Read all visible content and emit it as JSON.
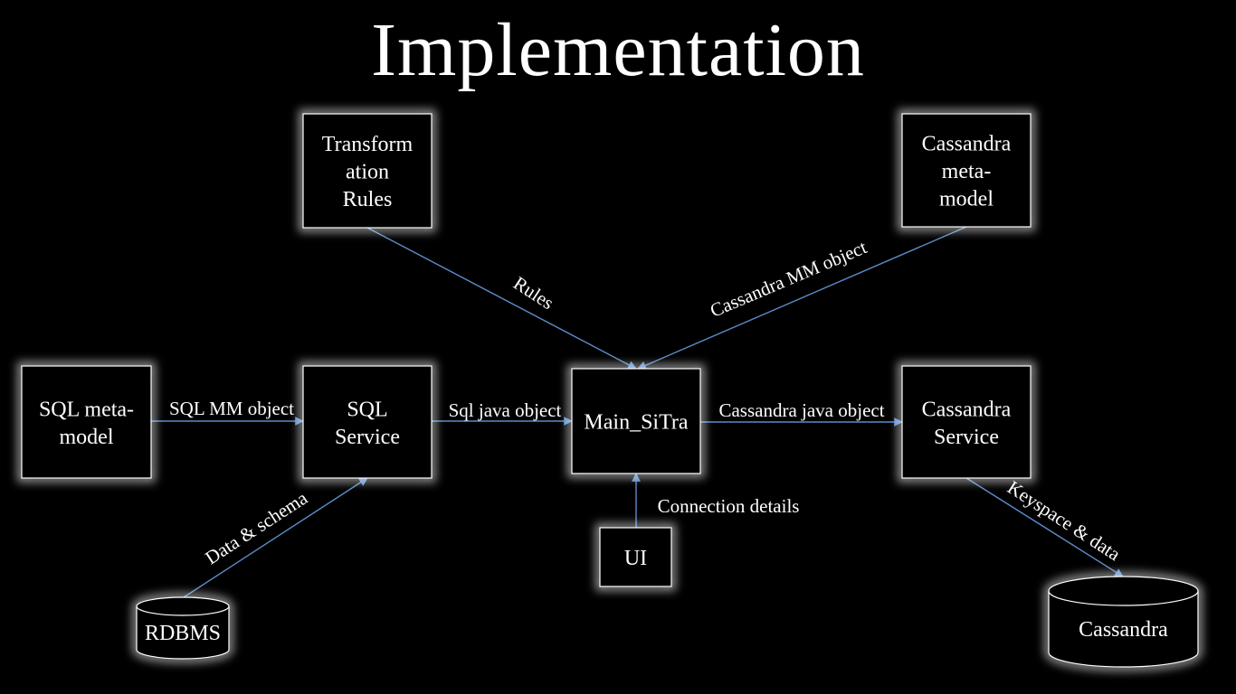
{
  "title": "Implementation",
  "nodes": [
    {
      "id": "transformation-rules",
      "lines": [
        "Transform",
        "ation",
        "Rules"
      ]
    },
    {
      "id": "cassandra-meta-model",
      "lines": [
        "Cassandra",
        "meta-",
        "model"
      ]
    },
    {
      "id": "sql-meta-model",
      "lines": [
        "SQL meta-",
        "model"
      ]
    },
    {
      "id": "sql-service",
      "lines": [
        "SQL",
        "Service"
      ]
    },
    {
      "id": "main-sitra",
      "lines": [
        "Main_SiTra"
      ]
    },
    {
      "id": "cassandra-service",
      "lines": [
        "Cassandra",
        "Service"
      ]
    },
    {
      "id": "ui",
      "lines": [
        "UI"
      ]
    },
    {
      "id": "rdbms",
      "lines": [
        "RDBMS"
      ],
      "shape": "cylinder"
    },
    {
      "id": "cassandra",
      "lines": [
        "Cassandra"
      ],
      "shape": "cylinder"
    }
  ],
  "edges": [
    {
      "from": "transformation-rules",
      "to": "main-sitra",
      "label": "Rules"
    },
    {
      "from": "cassandra-meta-model",
      "to": "main-sitra",
      "label": "Cassandra MM object"
    },
    {
      "from": "sql-meta-model",
      "to": "sql-service",
      "label": "SQL MM object"
    },
    {
      "from": "sql-service",
      "to": "main-sitra",
      "label": "Sql java object"
    },
    {
      "from": "main-sitra",
      "to": "cassandra-service",
      "label": "Cassandra java object"
    },
    {
      "from": "ui",
      "to": "main-sitra",
      "label": "Connection details"
    },
    {
      "from": "rdbms",
      "to": "sql-service",
      "label": "Data & schema"
    },
    {
      "from": "cassandra-service",
      "to": "cassandra",
      "label": "Keyspace & data"
    }
  ],
  "colors": {
    "background": "#000000",
    "node_border": "#ffffff",
    "text": "#ffffff",
    "arrow": "#5b8bc9"
  }
}
